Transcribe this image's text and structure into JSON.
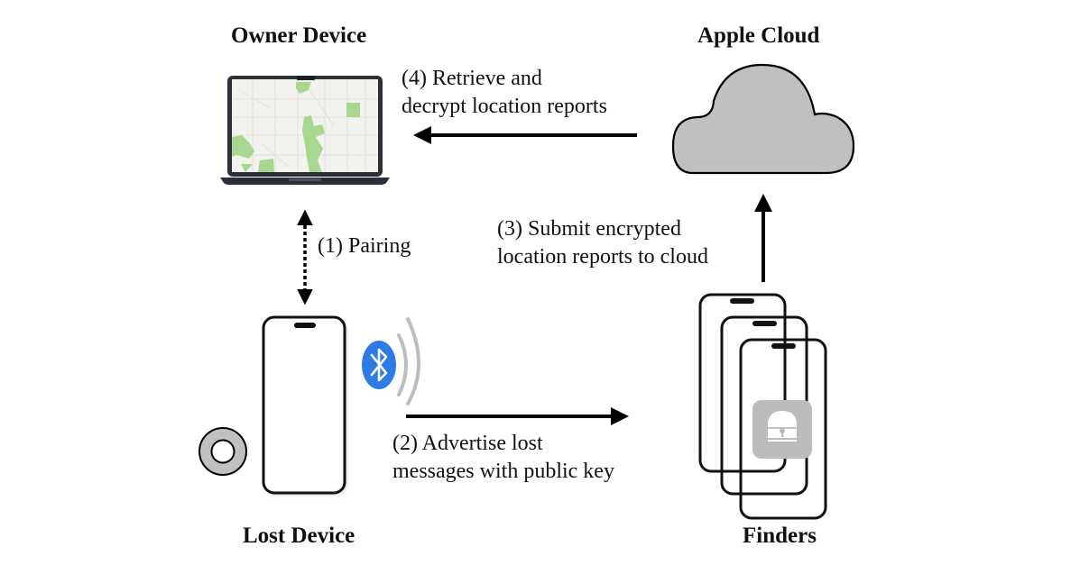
{
  "nodes": {
    "owner_device": {
      "title": "Owner Device",
      "icon": "laptop-map-icon"
    },
    "apple_cloud": {
      "title": "Apple Cloud",
      "icon": "cloud-icon"
    },
    "lost_device": {
      "title": "Lost Device",
      "icon": "phone-icon",
      "accessory_icon": "airtag-icon",
      "signal_icon": "bluetooth-icon"
    },
    "finders": {
      "title": "Finders",
      "icon": "phones-stack-icon",
      "badge_icon": "lock-icon"
    }
  },
  "steps": [
    {
      "id": "pairing",
      "line1": "(1) Pairing",
      "line2": "",
      "arrow": "bidirectional-dotted"
    },
    {
      "id": "advertise",
      "line1": "(2) Advertise lost",
      "line2": "messages with public key",
      "arrow": "right"
    },
    {
      "id": "submit",
      "line1": "(3) Submit encrypted",
      "line2": "location reports to cloud",
      "arrow": "up"
    },
    {
      "id": "retrieve",
      "line1": "(4) Retrieve and",
      "line2": "decrypt location reports",
      "arrow": "left"
    }
  ],
  "colors": {
    "cloud_fill": "#c0c0c0",
    "map_green": "#a8d890",
    "map_bg": "#f3f2ee",
    "laptop_frame": "#2b2f3a",
    "bluetooth_blue": "#2f7be6",
    "signal_gray": "#bdbdbd",
    "lock_gray": "#bcbcbc"
  }
}
